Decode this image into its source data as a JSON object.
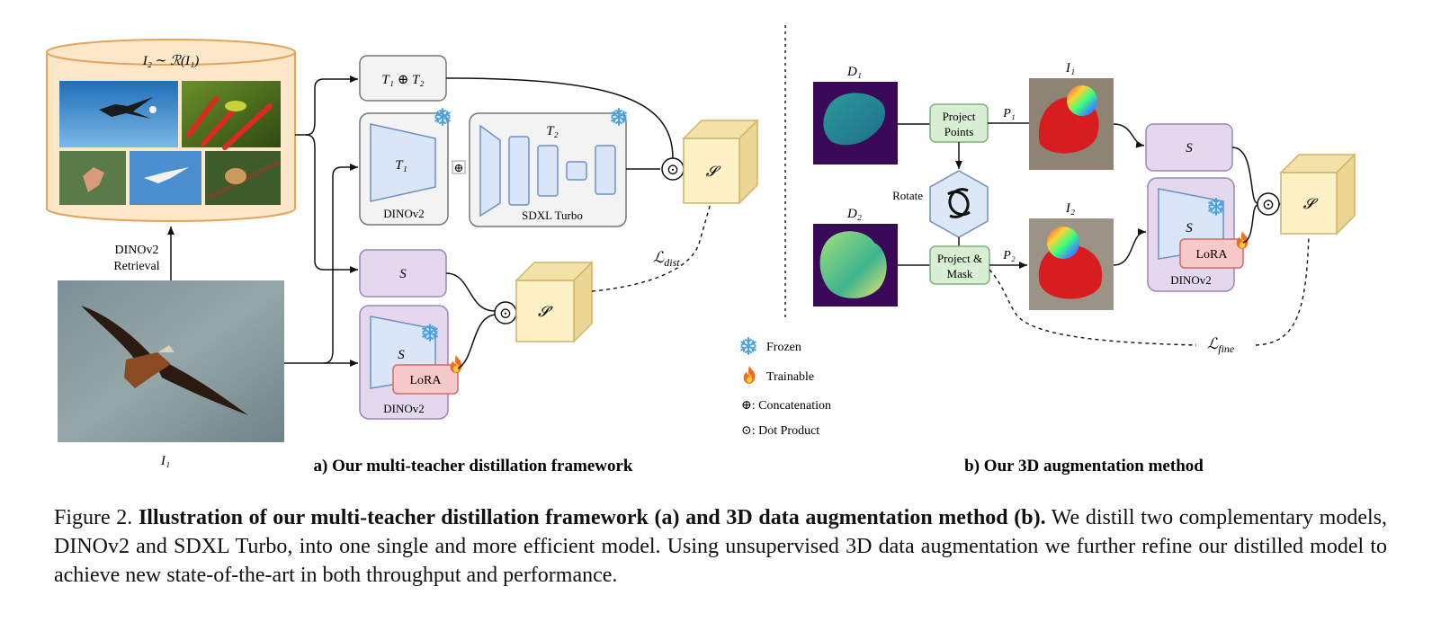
{
  "panel_a": {
    "database_label": "I₂ ∼ ℛ(I₁)",
    "retrieval_label_1": "DINOv2",
    "retrieval_label_2": "Retrieval",
    "query_label": "I₁",
    "concat_box": "T₁ ⊕ T₂",
    "t1_label": "T₁",
    "dinov2_label": "DINOv2",
    "concat_symbol": "⊕",
    "t2_label": "T₂",
    "sdxl_label": "SDXL Turbo",
    "s_box": "S",
    "student_s": "S",
    "lora": "LoRA",
    "dinov2_student": "DINOv2",
    "dot": "⊙",
    "target_cube": "𝓢",
    "student_cube": "𝓢′",
    "loss": "ℒ",
    "loss_sub": "dist",
    "title": "a)  Our multi-teacher distillation framework"
  },
  "panel_b": {
    "d1": "D₁",
    "d2": "D₂",
    "i1": "I₁",
    "i2": "I₂",
    "project_points_1": "Project",
    "project_points_2": "Points",
    "rotate": "Rotate",
    "project_mask_1": "Project &",
    "project_mask_2": "Mask",
    "p1": "P₁",
    "p2": "P₂",
    "s_box": "S",
    "student_s": "S",
    "lora": "LoRA",
    "dinov2_student": "DINOv2",
    "dot": "⊙",
    "cube": "𝓢",
    "loss": "ℒ",
    "loss_sub": "fine",
    "title": "b)  Our 3D augmentation method"
  },
  "legend": {
    "frozen": "Frozen",
    "trainable": "Trainable",
    "concat": "⊕: Concatenation",
    "dot": "⊙: Dot Product"
  },
  "caption": {
    "prefix": "Figure 2. ",
    "bold": "Illustration of our multi-teacher distillation framework (a) and 3D data augmentation method (b).",
    "rest": " We distill two complementary models, DINOv2 and SDXL Turbo, into one single and more efficient model. Using unsupervised 3D data augmentation we further refine our distilled model to achieve new state-of-the-art in both throughput and performance."
  },
  "colors": {
    "database_fill": "#fde7c9",
    "database_stroke": "#e3a35a",
    "box_gray": "#f3f3f3",
    "purple": "#e4d8ee",
    "purple_stroke": "#9b86b4",
    "blue_block": "#d9e6f8",
    "blue_stroke": "#6f8fc4",
    "lora": "#f7c9c8",
    "lora_stroke": "#d46a6a",
    "cube": "#fdf1c5",
    "cube_stroke": "#cdb46a",
    "green": "#d9efd4",
    "green_stroke": "#7fb07a",
    "hex": "#dce8f6",
    "depth_bg": "#3a0a59",
    "snow": "#4aa3e0"
  },
  "icons": [
    "snowflake-icon",
    "flame-icon"
  ]
}
